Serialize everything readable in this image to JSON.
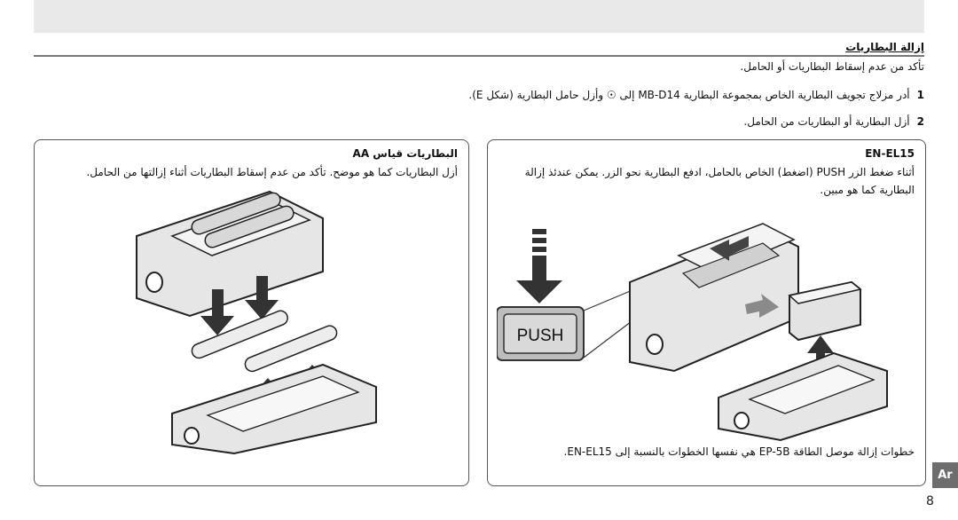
{
  "section": {
    "title": "إزالة البطاريات",
    "intro": "تأكد من عدم إسقاط البطاريات أو الحامل."
  },
  "steps": [
    {
      "number": "1",
      "text": "أدر مزلاج تجويف البطارية الخاص بمجموعة البطارية MB-D14 إلى ☉ وأزل حامل البطارية (شكل E)."
    },
    {
      "number": "2",
      "text": "أزل البطارية أو البطاريات من الحامل."
    }
  ],
  "box_en_el15": {
    "title": "EN-EL15",
    "body_line1": "أثناء ضغط الزر PUSH (اضغط) الخاص بالحامل، ادفع البطارية نحو الزر. يمكن عندئذ إزالة",
    "body_line2": "البطارية كما هو مبين.",
    "figure_label": "PUSH",
    "footnote": "خطوات إزالة موصل الطاقة EP-5B هي نفسها الخطوات بالنسبة إلى EN-EL15."
  },
  "box_aa": {
    "title": "البطاريات قياس AA",
    "body": "أزل البطاريات كما هو موضح. تأكد من عدم إسقاط البطاريات أثناء إزالتها من الحامل."
  },
  "language_tab": "Ar",
  "page_number": "8"
}
